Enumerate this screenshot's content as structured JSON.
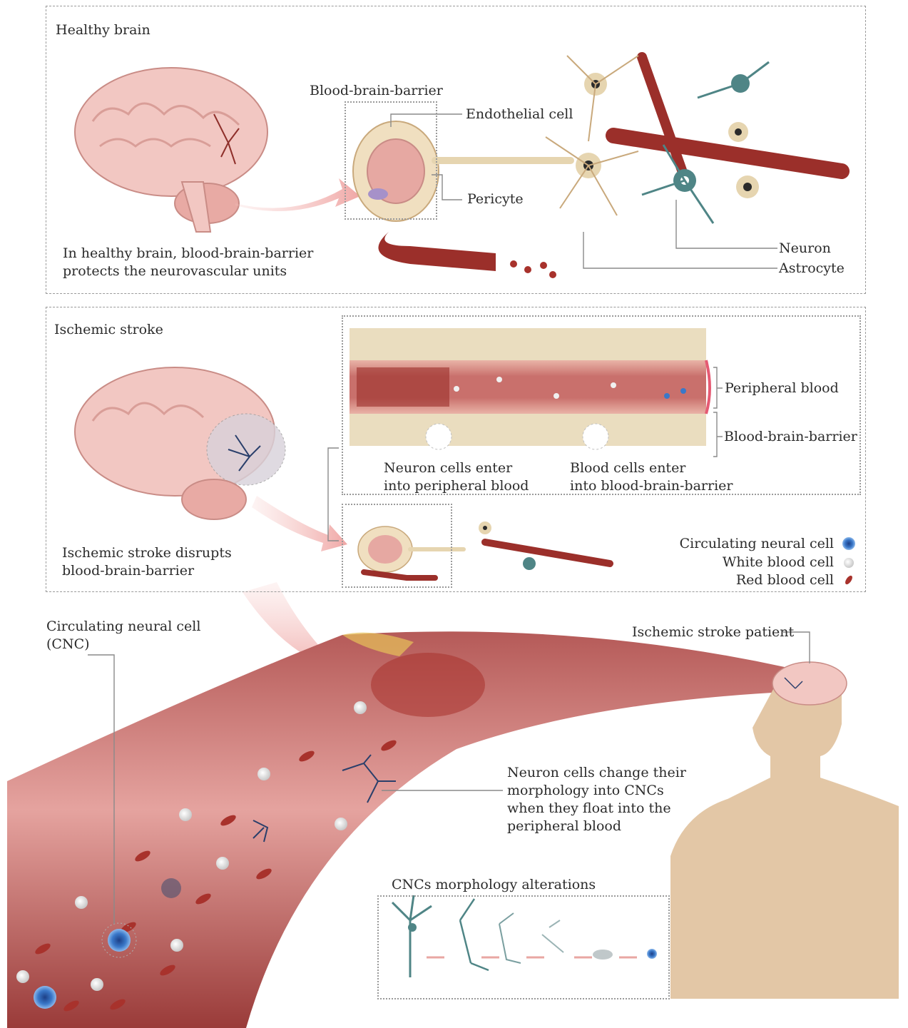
{
  "healthy": {
    "title": "Healthy brain",
    "bbb_label": "Blood-brain-barrier",
    "endothelial_label": "Endothelial cell",
    "pericyte_label": "Pericyte",
    "caption_line1": "In healthy brain, blood-brain-barrier",
    "caption_line2": "protects the neurovascular units",
    "neuron_label": "Neuron",
    "astrocyte_label": "Astrocyte"
  },
  "stroke": {
    "title": "Ischemic stroke",
    "peripheral_label": "Peripheral blood",
    "bbb_label": "Blood-brain-barrier",
    "neuron_enter_line1": "Neuron cells enter",
    "neuron_enter_line2": "into peripheral blood",
    "blood_enter_line1": "Blood cells enter",
    "blood_enter_line2": "into blood-brain-barrier",
    "caption_line1": "Ischemic stroke disrupts",
    "caption_line2": "blood-brain-barrier",
    "legend": [
      {
        "label": "Circulating neural cell",
        "icon": "circulating-neural-cell-icon",
        "color": "#3a78c9"
      },
      {
        "label": "White blood cell",
        "icon": "white-blood-cell-icon",
        "color": "#e6e6e6"
      },
      {
        "label": "Red blood cell",
        "icon": "red-blood-cell-icon",
        "color": "#a8322c"
      }
    ]
  },
  "bottom": {
    "cnc_line1": "Circulating neural cell",
    "cnc_line2": "(CNC)",
    "patient_label": "Ischemic stroke patient",
    "morph_line1": "Neuron cells change their",
    "morph_line2": "morphology into CNCs",
    "morph_line3": "when they float into the",
    "morph_line4": "peripheral blood",
    "alterations_title": "CNCs morphology alterations"
  },
  "colors": {
    "brain": "#f2c7c2",
    "vessel": "#c9706c",
    "vessel_dark": "#8e2f2a",
    "blood_cell": "#a8322c",
    "neuron": "#e6d5b0",
    "astrocyte": "#4f8586",
    "skin": "#e3c7a6",
    "arrow": "#f4b5b3"
  }
}
